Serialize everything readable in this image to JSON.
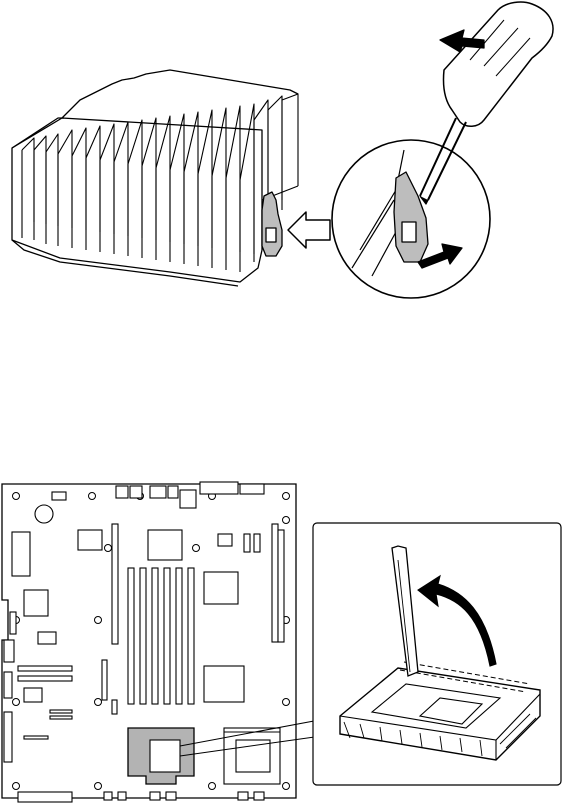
{
  "figure": {
    "top_panel": {
      "parts": [
        "heatsink",
        "retention-clip",
        "screwdriver",
        "detail-magnifier"
      ],
      "arrows": [
        "push-arrow",
        "release-arrow",
        "lift-arrow"
      ]
    },
    "bottom_panel": {
      "parts": [
        "motherboard",
        "processor-socket",
        "socket-detail",
        "socket-lever"
      ],
      "arrows": [
        "lever-raise-arrow"
      ]
    },
    "colors": {
      "line": "#000000",
      "fill": "#ffffff",
      "highlight": "#b3b3b3",
      "clip_fill": "#bdbdbd"
    }
  }
}
